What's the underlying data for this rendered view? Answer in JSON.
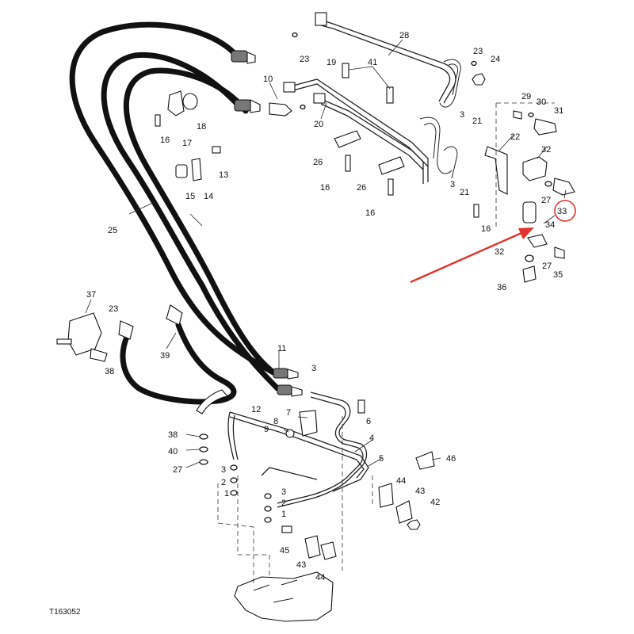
{
  "figure_code": "T163052",
  "highlight": {
    "part": "33",
    "color": "#e0342c"
  },
  "callouts": [
    {
      "id": "c28",
      "label": "28"
    },
    {
      "id": "c23a",
      "label": "23"
    },
    {
      "id": "c24",
      "label": "24"
    },
    {
      "id": "c23b",
      "label": "23"
    },
    {
      "id": "c19",
      "label": "19"
    },
    {
      "id": "c41",
      "label": "41"
    },
    {
      "id": "c10",
      "label": "10"
    },
    {
      "id": "c20",
      "label": "20"
    },
    {
      "id": "c3a",
      "label": "3"
    },
    {
      "id": "c21a",
      "label": "21"
    },
    {
      "id": "c29",
      "label": "29"
    },
    {
      "id": "c30",
      "label": "30"
    },
    {
      "id": "c31",
      "label": "31"
    },
    {
      "id": "c22",
      "label": "22"
    },
    {
      "id": "c32a",
      "label": "32"
    },
    {
      "id": "c26a",
      "label": "26"
    },
    {
      "id": "c16a",
      "label": "16"
    },
    {
      "id": "c26b",
      "label": "26"
    },
    {
      "id": "c16b",
      "label": "16"
    },
    {
      "id": "c3b",
      "label": "3"
    },
    {
      "id": "c21b",
      "label": "21"
    },
    {
      "id": "c27a",
      "label": "27"
    },
    {
      "id": "c33",
      "label": "33"
    },
    {
      "id": "c34",
      "label": "34"
    },
    {
      "id": "c16c",
      "label": "16"
    },
    {
      "id": "c32b",
      "label": "32"
    },
    {
      "id": "c27b",
      "label": "27"
    },
    {
      "id": "c35",
      "label": "35"
    },
    {
      "id": "c36",
      "label": "36"
    },
    {
      "id": "c16d",
      "label": "16"
    },
    {
      "id": "c17",
      "label": "17"
    },
    {
      "id": "c18",
      "label": "18"
    },
    {
      "id": "c13",
      "label": "13"
    },
    {
      "id": "c15",
      "label": "15"
    },
    {
      "id": "c14",
      "label": "14"
    },
    {
      "id": "c25",
      "label": "25"
    },
    {
      "id": "c37",
      "label": "37"
    },
    {
      "id": "c23c",
      "label": "23"
    },
    {
      "id": "c38a",
      "label": "38"
    },
    {
      "id": "c39",
      "label": "39"
    },
    {
      "id": "c11",
      "label": "11"
    },
    {
      "id": "c3c",
      "label": "3"
    },
    {
      "id": "c12",
      "label": "12"
    },
    {
      "id": "c7",
      "label": "7"
    },
    {
      "id": "c6",
      "label": "6"
    },
    {
      "id": "c8",
      "label": "8"
    },
    {
      "id": "c9",
      "label": "9"
    },
    {
      "id": "c4",
      "label": "4"
    },
    {
      "id": "c5",
      "label": "5"
    },
    {
      "id": "c46",
      "label": "46"
    },
    {
      "id": "c38b",
      "label": "38"
    },
    {
      "id": "c40",
      "label": "40"
    },
    {
      "id": "c27c",
      "label": "27"
    },
    {
      "id": "c3d",
      "label": "3"
    },
    {
      "id": "c2a",
      "label": "2"
    },
    {
      "id": "c1a",
      "label": "1"
    },
    {
      "id": "c3e",
      "label": "3"
    },
    {
      "id": "c2b",
      "label": "2"
    },
    {
      "id": "c1b",
      "label": "1"
    },
    {
      "id": "c44a",
      "label": "44"
    },
    {
      "id": "c43a",
      "label": "43"
    },
    {
      "id": "c42",
      "label": "42"
    },
    {
      "id": "c45",
      "label": "45"
    },
    {
      "id": "c43b",
      "label": "43"
    },
    {
      "id": "c44b",
      "label": "44"
    }
  ]
}
